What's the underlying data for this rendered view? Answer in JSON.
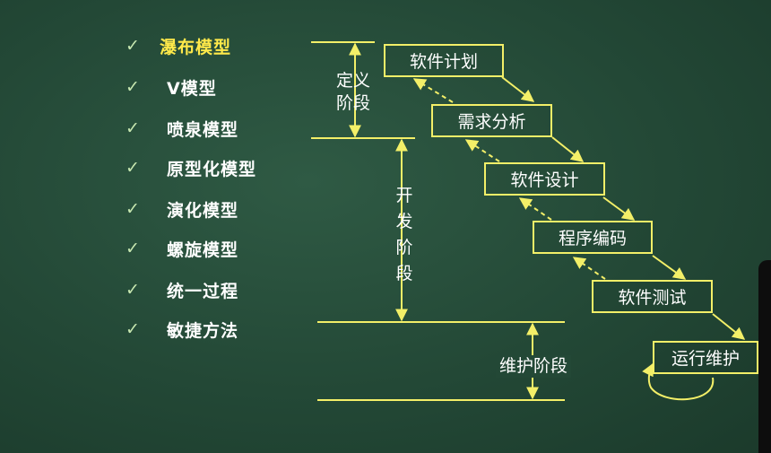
{
  "models": [
    {
      "check": "✓",
      "label": "瀑布模型",
      "active": true
    },
    {
      "check": "✓",
      "label": "V模型"
    },
    {
      "check": "✓",
      "label": "喷泉模型"
    },
    {
      "check": "✓",
      "label": "原型化模型"
    },
    {
      "check": "✓",
      "label": "演化模型"
    },
    {
      "check": "✓",
      "label": "螺旋模型"
    },
    {
      "check": "✓",
      "label": "统一过程"
    },
    {
      "check": "✓",
      "label": "敏捷方法"
    }
  ],
  "phases": {
    "definition": [
      "定义",
      "阶段"
    ],
    "development": [
      "开",
      "发",
      "阶",
      "段"
    ],
    "maintenance": "维护阶段"
  },
  "steps": [
    "软件计划",
    "需求分析",
    "软件设计",
    "程序编码",
    "软件测试",
    "运行维护"
  ],
  "colors": {
    "board": "#234836",
    "line": "#f3ef68",
    "active_text": "#ffe94a",
    "check": "#c7e7b0"
  }
}
